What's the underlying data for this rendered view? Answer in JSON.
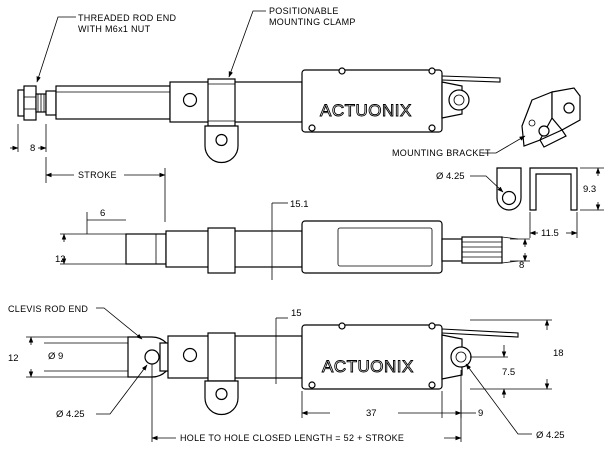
{
  "notes": {
    "threaded_rod_end": "THREADED ROD END",
    "nut": "WITH M6x1 NUT",
    "positionable": "POSITIONABLE",
    "mounting_clamp": "MOUNTING CLAMP",
    "mounting_bracket": "MOUNTING BRACKET",
    "clevis_rod_end": "CLEVIS ROD END",
    "hole_to_hole": "HOLE TO HOLE CLOSED LENGTH = 52 + STROKE"
  },
  "brand": {
    "top": "ACTUONIX",
    "bottom": "ACTUONIX"
  },
  "dimensions": {
    "rod_end": "8",
    "stroke": "STROKE",
    "bracket_hole": "Ø 4.25",
    "bracket_height": "9.3",
    "bracket_width": "11.5",
    "rod_offset": "6",
    "body_height": "15.1",
    "rod_height": "12",
    "connector_height": "8",
    "clevis_height": "12",
    "clevis_dia": "Ø 9",
    "clevis_hole": "Ø 4.25",
    "bottom_top": "15",
    "total_height": "18",
    "hole_offset": "7.5",
    "body_length": "37",
    "end_length": "9",
    "end_hole": "Ø 4.25"
  }
}
